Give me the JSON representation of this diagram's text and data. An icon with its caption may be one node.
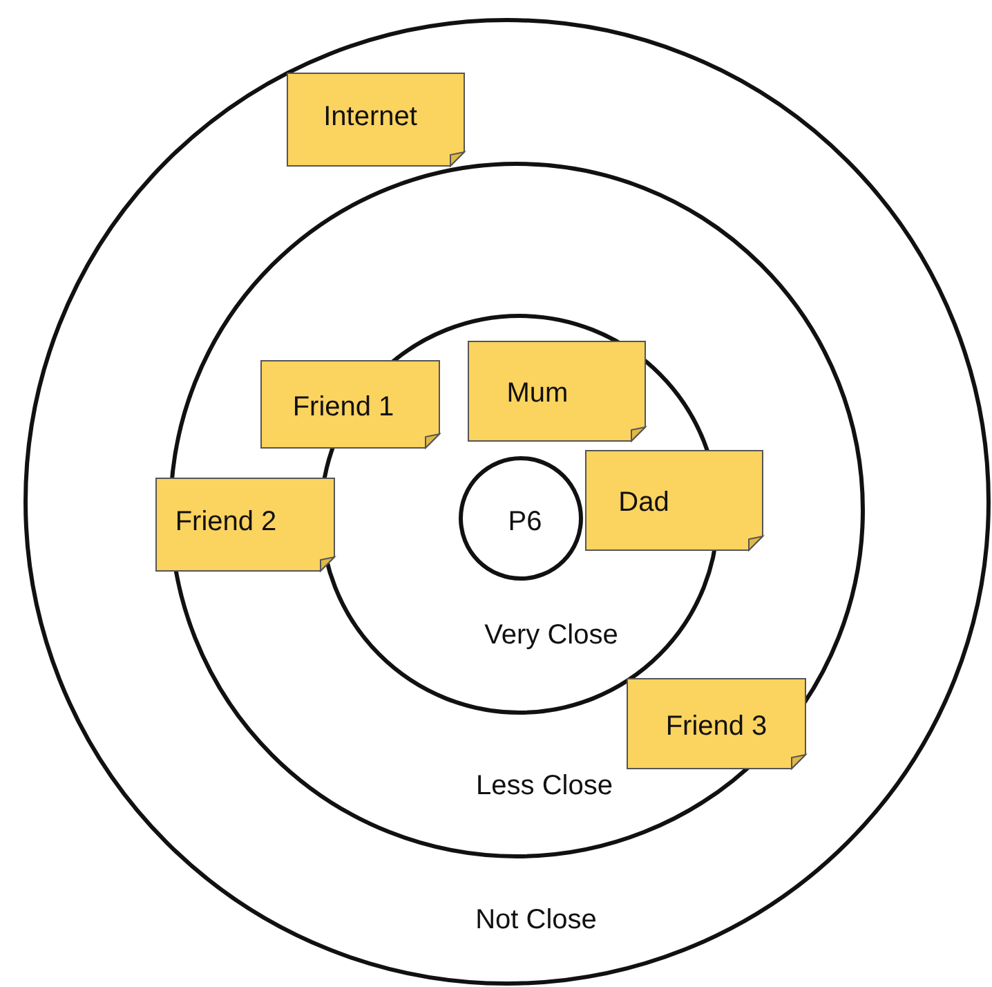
{
  "diagram": {
    "nodes": [
      {
        "text": [
          "Not Close"
        ]
      },
      {
        "text": [
          "Less Close"
        ],
        "in": 0
      },
      {
        "text": [
          "Very Close"
        ],
        "in": 1
      },
      {
        "text": [
          "P6"
        ],
        "in": 2
      },
      {
        "text": [
          "Internet"
        ],
        "in": 0
      },
      {
        "text": [
          "Friend 1"
        ],
        "in": 1
      },
      {
        "text": [
          "Mum"
        ],
        "in": 2
      },
      {
        "text": [
          "Dad"
        ],
        "in": 1
      },
      {
        "text": [
          "Friend 2"
        ],
        "in": 0
      },
      {
        "text": [
          "Friend 3"
        ],
        "in": 1
      }
    ]
  }
}
